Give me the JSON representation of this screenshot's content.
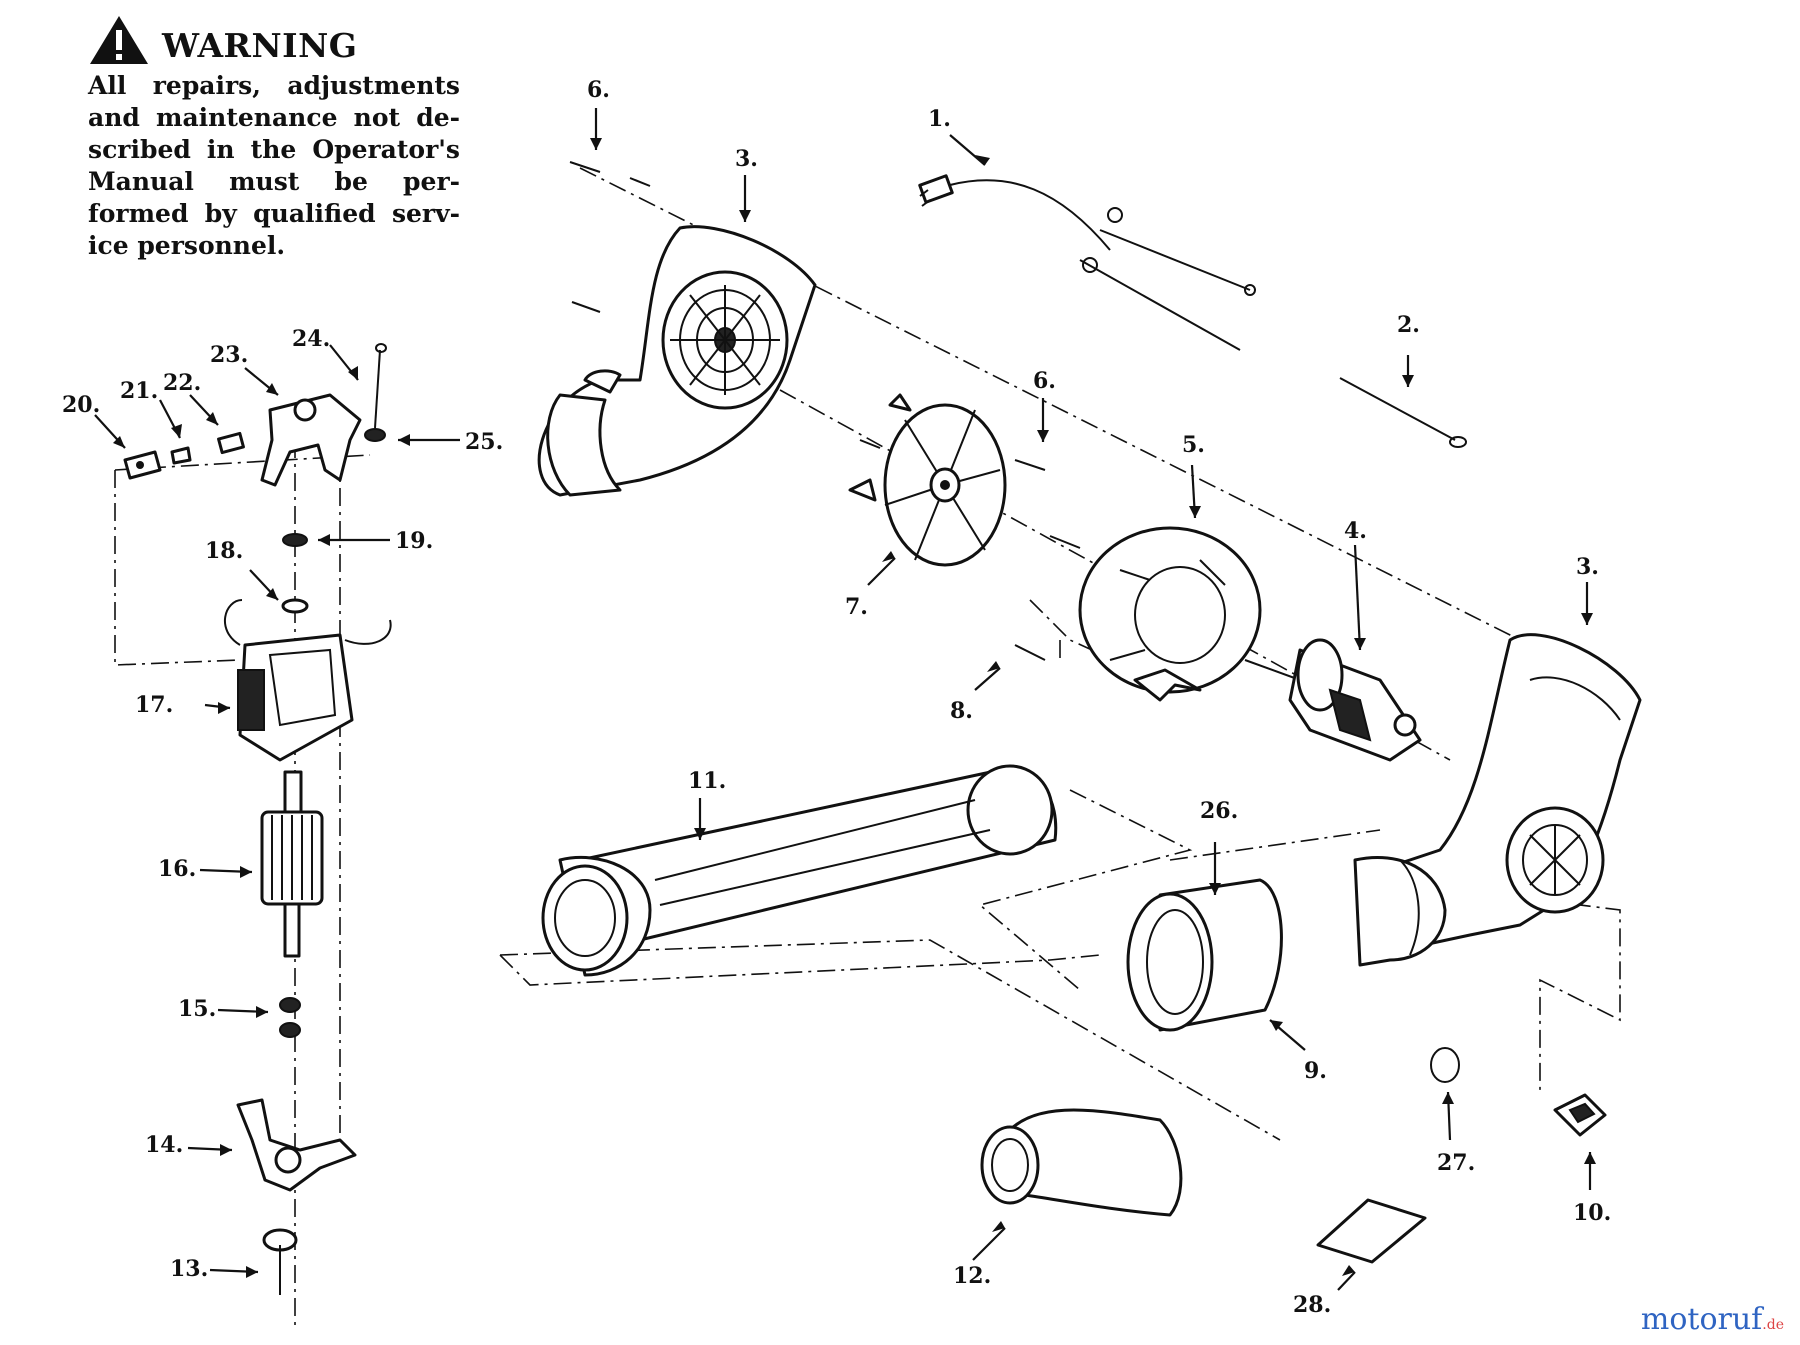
{
  "warning": {
    "title": "WARNING",
    "lines": [
      "All repairs, adjustments",
      "and maintenance not de-",
      "scribed in the Operator's",
      "Manual must be per-",
      "formed by qualified serv-",
      "ice personnel."
    ]
  },
  "callouts": [
    {
      "id": "c1",
      "label": "1."
    },
    {
      "id": "c2",
      "label": "2."
    },
    {
      "id": "c3a",
      "label": "3."
    },
    {
      "id": "c3b",
      "label": "3."
    },
    {
      "id": "c4",
      "label": "4."
    },
    {
      "id": "c5",
      "label": "5."
    },
    {
      "id": "c6a",
      "label": "6."
    },
    {
      "id": "c6b",
      "label": "6."
    },
    {
      "id": "c7",
      "label": "7."
    },
    {
      "id": "c8",
      "label": "8."
    },
    {
      "id": "c9",
      "label": "9."
    },
    {
      "id": "c10",
      "label": "10."
    },
    {
      "id": "c11",
      "label": "11."
    },
    {
      "id": "c12",
      "label": "12."
    },
    {
      "id": "c13",
      "label": "13."
    },
    {
      "id": "c14",
      "label": "14."
    },
    {
      "id": "c15",
      "label": "15."
    },
    {
      "id": "c16",
      "label": "16."
    },
    {
      "id": "c17",
      "label": "17."
    },
    {
      "id": "c18",
      "label": "18."
    },
    {
      "id": "c19",
      "label": "19."
    },
    {
      "id": "c20",
      "label": "20."
    },
    {
      "id": "c21",
      "label": "21."
    },
    {
      "id": "c22",
      "label": "22."
    },
    {
      "id": "c23",
      "label": "23."
    },
    {
      "id": "c24",
      "label": "24."
    },
    {
      "id": "c25",
      "label": "25."
    },
    {
      "id": "c26",
      "label": "26."
    },
    {
      "id": "c27",
      "label": "27."
    },
    {
      "id": "c28",
      "label": "28."
    }
  ],
  "watermark": {
    "brand": "motoruf",
    "tld": ".de",
    "color": "#2f64c2"
  }
}
